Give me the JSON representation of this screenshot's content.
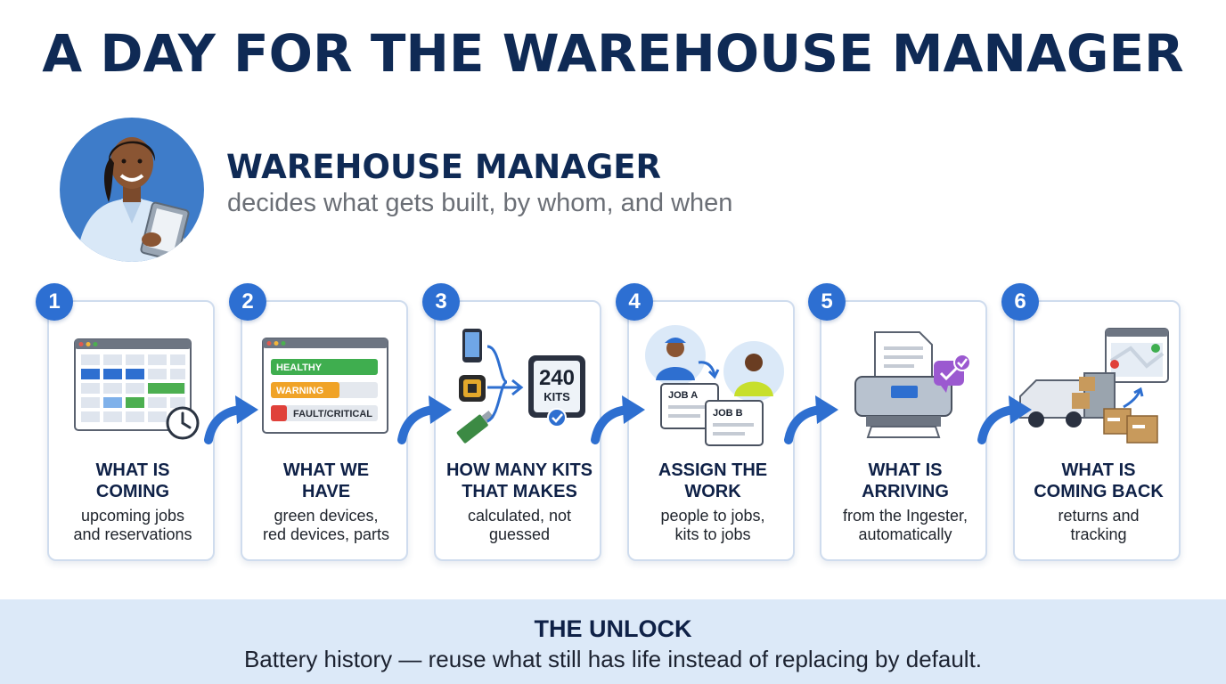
{
  "title": "A DAY FOR THE WAREHOUSE MANAGER",
  "role": {
    "title": "WAREHOUSE MANAGER",
    "subtitle": "decides what gets built, by whom, and when"
  },
  "steps": [
    {
      "number": "1",
      "title_line1": "WHAT IS",
      "title_line2": "COMING",
      "desc_line1": "upcoming jobs",
      "desc_line2": "and reservations"
    },
    {
      "number": "2",
      "title_line1": "WHAT WE",
      "title_line2": "HAVE",
      "desc_line1": "green devices,",
      "desc_line2": "red devices, parts",
      "status_labels": [
        "HEALTHY",
        "WARNING",
        "FAULT/CRITICAL"
      ]
    },
    {
      "number": "3",
      "title_line1": "HOW MANY KITS",
      "title_line2": "THAT MAKES",
      "desc_line1": "calculated, not",
      "desc_line2": "guessed",
      "kit_count": "240",
      "kit_label": "KITS"
    },
    {
      "number": "4",
      "title_line1": "ASSIGN THE",
      "title_line2": "WORK",
      "desc_line1": "people to jobs,",
      "desc_line2": "kits to jobs",
      "job_labels": [
        "JOB A",
        "JOB B"
      ]
    },
    {
      "number": "5",
      "title_line1": "WHAT IS",
      "title_line2": "ARRIVING",
      "desc_line1": "from the Ingester,",
      "desc_line2": "automatically"
    },
    {
      "number": "6",
      "title_line1": "WHAT IS",
      "title_line2": "COMING BACK",
      "desc_line1": "returns and",
      "desc_line2": "tracking"
    }
  ],
  "unlock": {
    "title": "THE UNLOCK",
    "text": "Battery history — reuse what still has life instead of replacing by default."
  },
  "colors": {
    "title": "#0f2a55",
    "badge": "#2d6fd2",
    "healthy": "#3fae4f",
    "warning": "#f0a327",
    "fault": "#e0413a",
    "unlock_bg": "#dce9f8"
  }
}
